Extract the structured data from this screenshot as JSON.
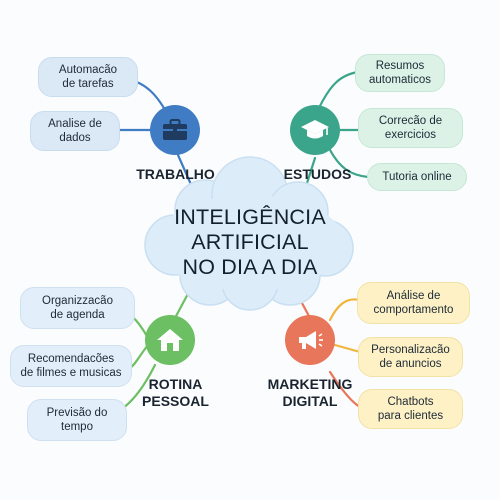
{
  "center": {
    "title": "INTELIGÊNCIA\nARTIFICIAL\nNO DIA A DIA"
  },
  "branches": {
    "trabalho": {
      "label": "TRABALHO",
      "icon": "briefcase-icon",
      "color": "#3f7cc4",
      "items": [
        "Automacão\nde tarefas",
        "Analise de\ndados"
      ]
    },
    "estudos": {
      "label": "ESTUDOS",
      "icon": "graduation-cap-icon",
      "color": "#3aa58a",
      "items": [
        "Resumos\nautomaticos",
        "Correcão de\nexercicios",
        "Tutoria online"
      ]
    },
    "rotina": {
      "label": "ROTINA\nPESSOAL",
      "icon": "house-icon",
      "color": "#6cbf62",
      "items": [
        "Organizzacão\nde agenda",
        "Recomendacões\nde filmes e musicas",
        "Previsão do\ntempo"
      ]
    },
    "marketing": {
      "label": "MARKETING\nDIGITAL",
      "icon": "megaphone-icon",
      "color": "#e8765a",
      "items": [
        "Análise de\ncomportamento",
        "Personalizacão\nde anuncios",
        "Chatbots\npara clientes"
      ]
    }
  }
}
